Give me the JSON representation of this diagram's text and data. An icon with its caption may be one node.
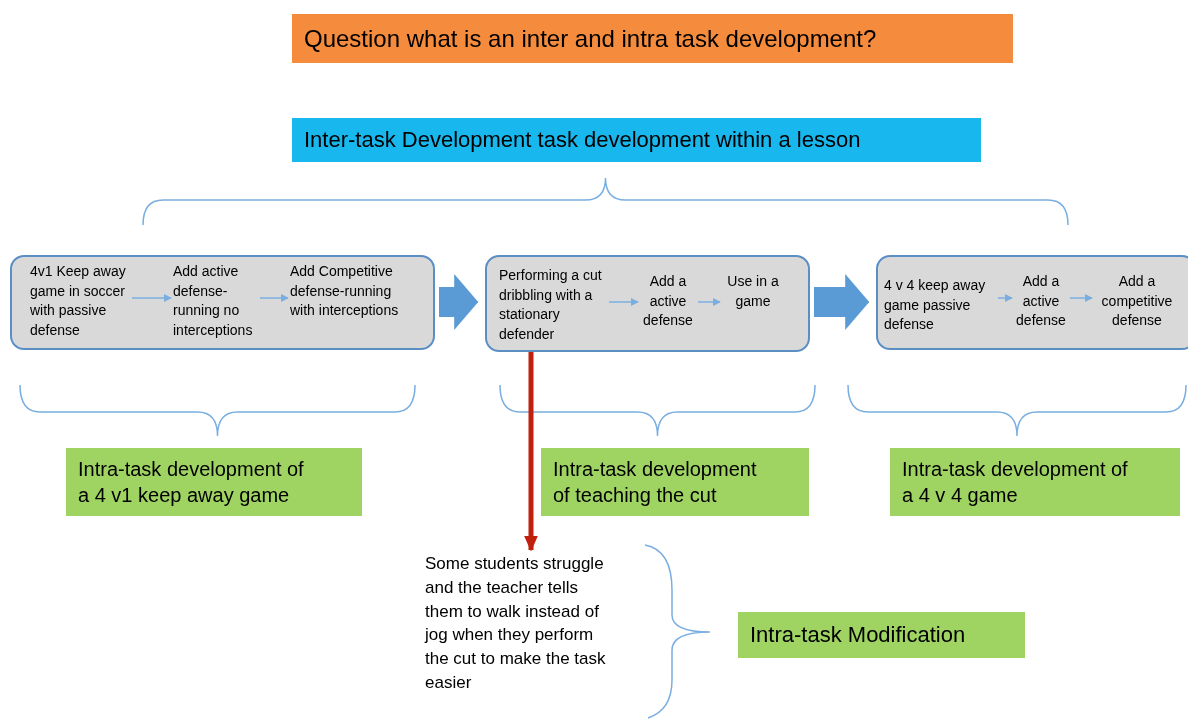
{
  "diagram": {
    "title": "Question what is an inter and intra task development?",
    "nodes": [
      {
        "text": [
          "Inter-task Development task development within a lesson"
        ]
      },
      {
        "text": [],
        "shape": "box"
      },
      {
        "text": [
          "4v1 Keep away game in soccer with passive defense"
        ],
        "in": 1
      },
      {
        "text": [
          "Add active defense-running no interceptions"
        ],
        "in": 1
      },
      {
        "text": [
          "Add Competitive defense-running with interceptions"
        ],
        "in": 1
      },
      {
        "text": [],
        "shape": "box"
      },
      {
        "text": [
          "Performing a cut dribbling with a stationary defender"
        ],
        "in": 5
      },
      {
        "text": [
          "Add a active defense"
        ],
        "in": 5
      },
      {
        "text": [
          "Use in a game"
        ],
        "in": 5
      },
      {
        "text": [],
        "shape": "box"
      },
      {
        "text": [
          "4 v 4 keep away game passive defense"
        ],
        "in": 9
      },
      {
        "text": [
          "Add a active defense"
        ],
        "in": 9
      },
      {
        "text": [
          "Add a competitive defense"
        ],
        "in": 9
      },
      {
        "text": [
          "Intra-task development of a 4 v1 keep away game"
        ]
      },
      {
        "text": [
          "Intra-task development of teaching the cut"
        ]
      },
      {
        "text": [
          "Intra-task development of a 4 v 4 game"
        ]
      },
      {
        "text": [
          "Some students struggle and the teacher tells them to walk instead of jog when they perform the cut to make the task easier"
        ]
      },
      {
        "text": [
          "Intra-task Modification"
        ]
      }
    ],
    "edges": [
      {
        "from": 2,
        "to": 3,
        "arrow": "to"
      },
      {
        "from": 3,
        "to": 4,
        "arrow": "to"
      },
      {
        "from": 6,
        "to": 7,
        "arrow": "to"
      },
      {
        "from": 7,
        "to": 8,
        "arrow": "to"
      },
      {
        "from": 10,
        "to": 11,
        "arrow": "to"
      },
      {
        "from": 11,
        "to": 12,
        "arrow": "to"
      },
      {
        "from": 1,
        "to": 5,
        "arrow": "to",
        "style": "thick",
        "color": "#5b9bd5"
      },
      {
        "from": 5,
        "to": 9,
        "arrow": "to",
        "style": "thick",
        "color": "#5b9bd5"
      },
      {
        "from": 5,
        "to": 16,
        "arrow": "to",
        "style": "thick",
        "color": "#c0200c"
      }
    ]
  }
}
